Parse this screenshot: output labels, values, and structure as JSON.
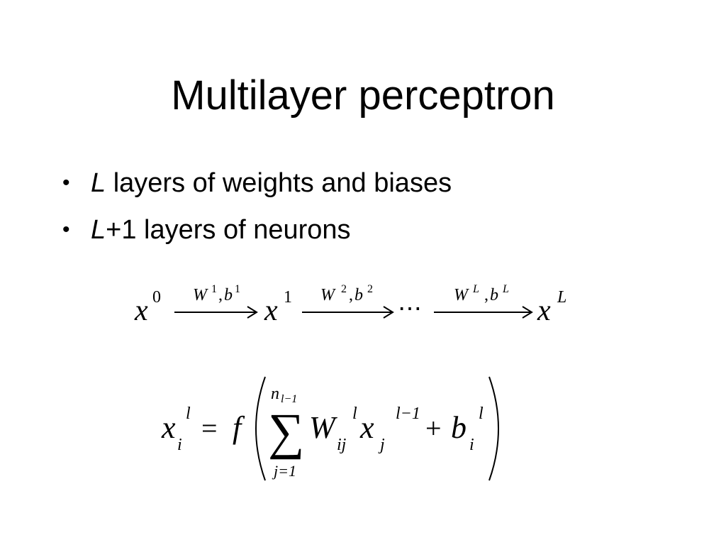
{
  "slide": {
    "title": "Multilayer perceptron",
    "bullet_symbol": "•",
    "bullets": [
      {
        "var": "L",
        "text": " layers of weights and biases"
      },
      {
        "var": "L",
        "text": "+1 layers of neurons"
      }
    ]
  },
  "equation_chain": {
    "x": "x",
    "sup_0": "0",
    "sup_1": "1",
    "sup_L": "L",
    "W": "W",
    "b": "b",
    "comma": ",",
    "two": "2",
    "dots": "⋯",
    "arrow_head": "→"
  },
  "equation_layer": {
    "x": "x",
    "i": "i",
    "l": "l",
    "equals": "=",
    "f": "f",
    "sum": "∑",
    "n": "n",
    "l_minus_1": "l−1",
    "j_equals_1": "j=1",
    "W": "W",
    "ij": "ij",
    "j": "j",
    "plus": "+",
    "b": "b"
  }
}
